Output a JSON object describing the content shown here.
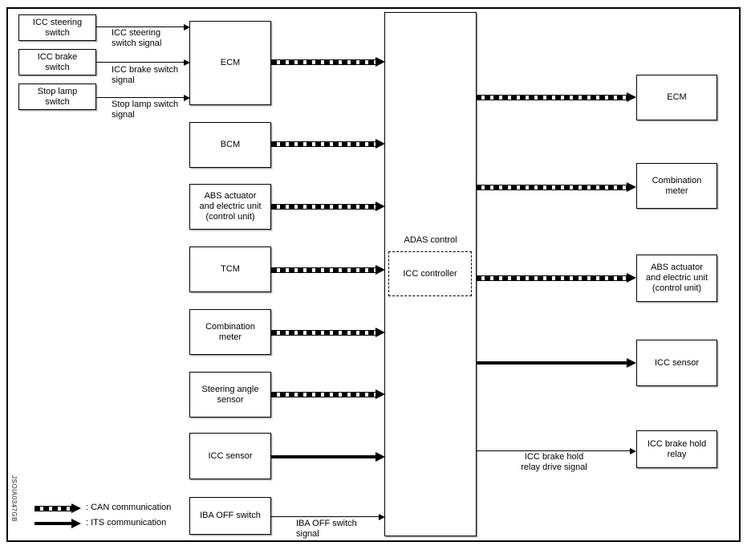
{
  "figure_code": "JSOIA0347GB",
  "left_inputs": [
    {
      "box": "ICC steering\nswitch",
      "signal": "ICC steering\nswitch signal"
    },
    {
      "box": "ICC brake\nswitch",
      "signal": "ICC brake switch\nsignal"
    },
    {
      "box": "Stop lamp\nswitch",
      "signal": "Stop lamp switch\nsignal"
    }
  ],
  "mid_nodes": [
    {
      "label": "ECM",
      "link": "CAN"
    },
    {
      "label": "BCM",
      "link": "CAN"
    },
    {
      "label": "ABS actuator\nand electric unit\n(control unit)",
      "link": "CAN"
    },
    {
      "label": "TCM",
      "link": "CAN"
    },
    {
      "label": "Combination\nmeter",
      "link": "CAN"
    },
    {
      "label": "Steering angle\nsensor",
      "link": "CAN"
    },
    {
      "label": "ICC sensor",
      "link": "ITS"
    },
    {
      "label": "IBA OFF switch",
      "link": "wire",
      "signal": "IBA OFF switch\nsignal"
    }
  ],
  "center": {
    "label": "ADAS control",
    "inner": "ICC controller"
  },
  "right_nodes": [
    {
      "label": "ECM",
      "link": "CAN"
    },
    {
      "label": "Combination\nmeter",
      "link": "CAN"
    },
    {
      "label": "ABS actuator\nand electric unit\n(control unit)",
      "link": "CAN"
    },
    {
      "label": "ICC sensor",
      "link": "ITS"
    },
    {
      "label": "ICC brake hold\nrelay",
      "link": "wire",
      "signal": "ICC brake hold\nrelay drive signal"
    }
  ],
  "legend": {
    "can_label": ": CAN communication",
    "its_label": ": ITS communication"
  },
  "colors": {
    "line": "#000000",
    "background": "#ffffff",
    "shadow": "#b3b3b3"
  }
}
